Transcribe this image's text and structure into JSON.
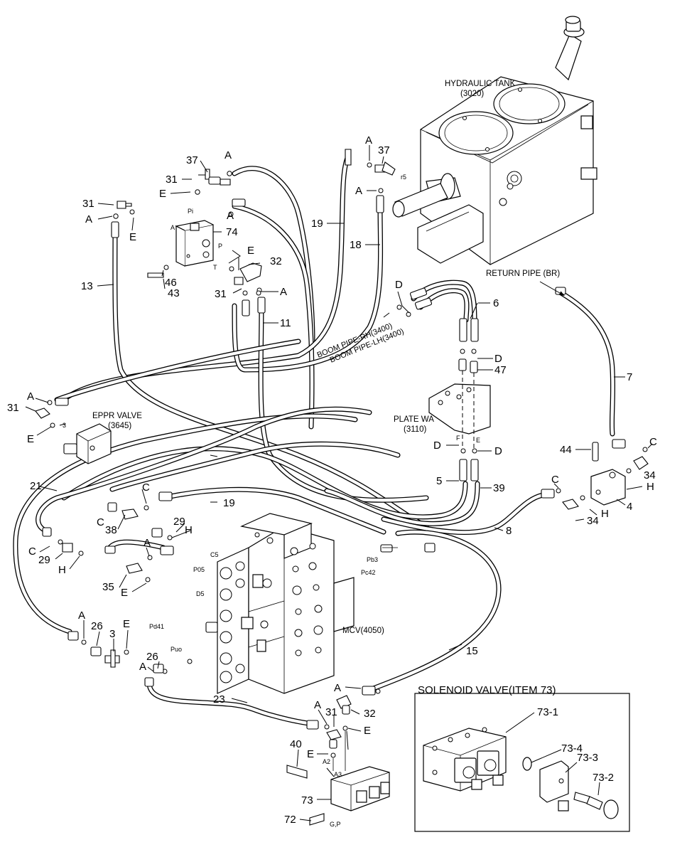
{
  "titles": {
    "hydraulic_tank": "HYDRAULIC TANK",
    "hydraulic_tank_no": "(3020)",
    "return_pipe": "RETURN PIPE (BR)",
    "boom_pipe_rh": "BOOM PIPE-RH(3400)",
    "boom_pipe_lh": "BOOM PIPE-LH(3400)",
    "eppr_valve": "EPPR VALVE",
    "eppr_valve_no": "(3645)",
    "plate_wa": "PLATE WA",
    "plate_wa_no": "(3110)",
    "mcv": "MCV(4050)",
    "solenoid_title": "SOLENOID VALVE(ITEM 73)"
  },
  "port_labels": {
    "pi": "Pi",
    "a": "A",
    "p": "P",
    "t": "T",
    "r5": "r5",
    "eppr3": "3",
    "c5": "C5",
    "p05": "P05",
    "d5": "D5",
    "pb3": "Pb3",
    "pc42": "Pc42",
    "pd41": "Pd41",
    "puo": "Puo",
    "a2": "A2",
    "a3": "A3",
    "gp": "G,P",
    "f": "F",
    "e_plate": "E"
  },
  "callouts": {
    "n37a": "37",
    "aTop1": "A",
    "n31a": "31",
    "eTop": "E",
    "n31b": "31",
    "aLeft1": "A",
    "eLeft1": "E",
    "n74": "74",
    "eRight": "E",
    "n32a": "32",
    "n46": "46",
    "n43": "43",
    "n31c": "31",
    "aMid": "A",
    "aUnder": "A",
    "n13": "13",
    "n11": "11",
    "n19a": "19",
    "n18": "18",
    "aTank": "A",
    "n37b": "37",
    "aTank2": "A",
    "dBoom": "D",
    "n6": "6",
    "dUp": "D",
    "n47": "47",
    "dPlate1": "D",
    "dPlate2": "D",
    "n5": "5",
    "n39": "39",
    "n7": "7",
    "cRight": "C",
    "n34a": "34",
    "n44": "44",
    "hRight": "H",
    "n4": "4",
    "cMid": "C",
    "hMid": "H",
    "n34b": "34",
    "n8": "8",
    "aEppr": "A",
    "n31d": "31",
    "eEppr": "E",
    "n21": "21",
    "cLeft": "C",
    "n38": "38",
    "cLeft2": "C",
    "n19b": "19",
    "n29a": "29",
    "hLeft": "H",
    "cLeft3": "C",
    "n29b": "29",
    "hLeft2": "H",
    "aLeft2": "A",
    "n35": "35",
    "eLeft2": "E",
    "aBot1": "A",
    "n26a": "26",
    "n3": "3",
    "eBot1": "E",
    "n26b": "26",
    "aBot2": "A",
    "n15": "15",
    "n23": "23",
    "aBot3": "A",
    "aBot4": "A",
    "n31e": "31",
    "n32b": "32",
    "eBot2": "E",
    "n40": "40",
    "eBot3": "E",
    "n73": "73",
    "n72": "72",
    "s73_1": "73-1",
    "s73_4": "73-4",
    "s73_3": "73-3",
    "s73_2": "73-2"
  }
}
